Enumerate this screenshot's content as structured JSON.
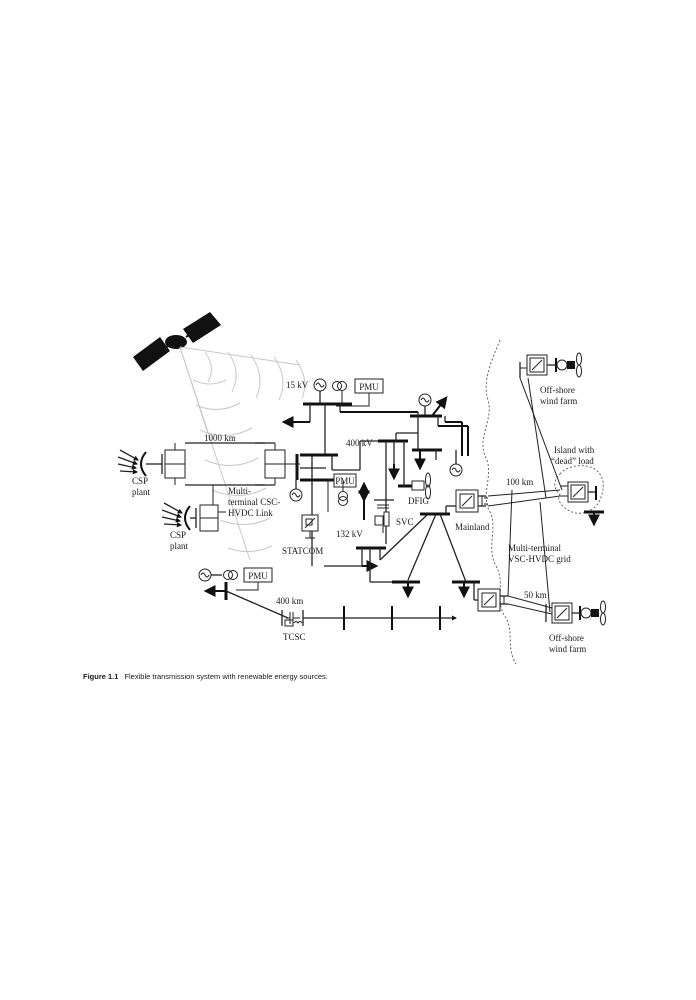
{
  "diagram": {
    "labels": {
      "kv15": "15 kV",
      "kv400": "400 kV",
      "kv132": "132 kV",
      "km1000": "1000 km",
      "km100": "100 km",
      "km400": "400 km",
      "km50": "50 km",
      "pmu_top": "PMU",
      "pmu_mid": "PMU",
      "pmu_bottom": "PMU",
      "csp_top_1": "CSP",
      "csp_top_2": "plant",
      "csp_bot_1": "CSP",
      "csp_bot_2": "plant",
      "csc_1": "Multi-",
      "csc_2": "terminal CSC-",
      "csc_3": "HVDC Link",
      "statcom": "STATCOM",
      "svc": "SVC",
      "dfig": "DFIG",
      "tcsc": "TCSC",
      "mainland": "Mainland",
      "vsc_1": "Multi-terminal",
      "vsc_2": "VSC-HVDC grid",
      "offshore_top_1": "Off-shore",
      "offshore_top_2": "wind farm",
      "offshore_bot_1": "Off-shore",
      "offshore_bot_2": "wind farm",
      "island_1": "Island with",
      "island_2": "“dead” load"
    }
  },
  "caption": {
    "figure_number": "Figure 1.1",
    "text": "Flexible transmission system with renewable energy sources."
  }
}
